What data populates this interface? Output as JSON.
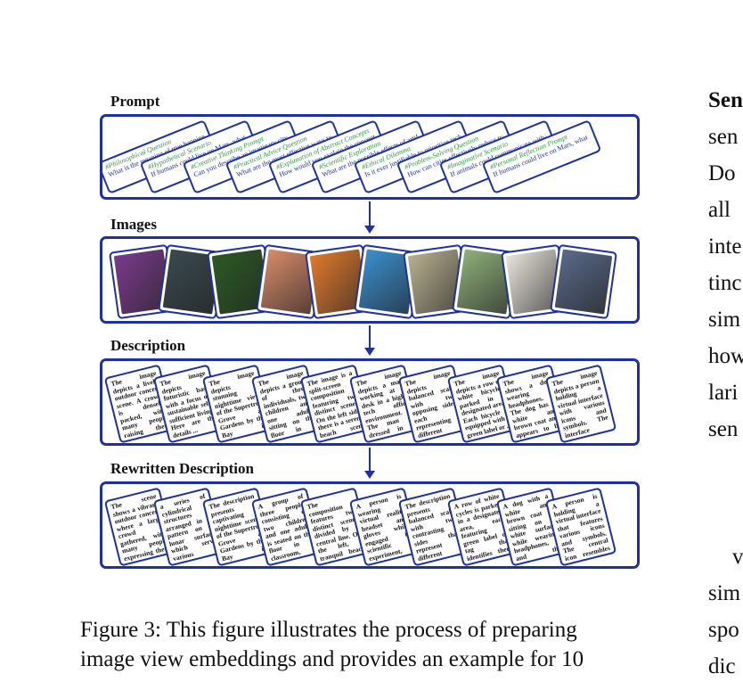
{
  "figure": {
    "stages": [
      {
        "label": "Prompt"
      },
      {
        "label": "Images"
      },
      {
        "label": "Description"
      },
      {
        "label": "Rewritten Description"
      }
    ],
    "prompts": [
      {
        "title": "#Philosophical Question",
        "text": "What is the meaning of true happiness in life?"
      },
      {
        "title": "#Hypothetical Scenario",
        "text": "If humans could live on Mars, what challenges ..."
      },
      {
        "title": "#Creative Thinking Prompt",
        "text": "Can you describe an imaginary city where ..."
      },
      {
        "title": "#Practical Advice Question",
        "text": "What are the most effective ways to learn a new ..."
      },
      {
        "title": "#Explanation of Abstract Concepts",
        "text": "How would you explain the concept of time to ..."
      },
      {
        "title": "#Scientific Exploration",
        "text": "What are the possible effects of artificial ..."
      },
      {
        "title": "#Ethical Dilemma",
        "text": "Is it ever justifiable to prioritize technological ..."
      },
      {
        "title": "#Problem-Solving Question",
        "text": "How can cities effectively reduce traffic congestion ..."
      },
      {
        "title": "#Imaginative Scenario",
        "text": "If animals could communicate with humans, how ..."
      },
      {
        "title": "#Personal Reflection Prompt",
        "text": "If humans could live on Mars, what challenges ..."
      }
    ],
    "images": [
      {
        "color": "#7a3b8c"
      },
      {
        "color": "#3a4a4f"
      },
      {
        "color": "#2b5a24"
      },
      {
        "color": "#d98b6a"
      },
      {
        "color": "#e07a2e"
      },
      {
        "color": "#3b8fd0"
      },
      {
        "color": "#b8b090"
      },
      {
        "color": "#8fb07a"
      },
      {
        "color": "#e8e4dc"
      },
      {
        "color": "#5a6a8a"
      }
    ],
    "descriptions": [
      "The image depicts a lively outdoor concert scene. A crowd is densely packed, with many people raising their hands in the air ...",
      "The image depicts a futuristic base with a focus on sustainable self-sufficient living. Here are the details ...",
      "The image depicts a stunning nighttime view of the Supertree Grove at Gardens by the Bay in Singapore ...",
      "The image depicts a group of three individuals, two children and one adult, sitting on the floor in a classroom setting ...",
      "The image is a split-screen composition featuring two distinct scenes. On the left side, there is a serene beach scene with a ...",
      "The image depicts a man working at a desk in a high-tech office environment. The man is dressed in a formal suit and appears to be ...",
      "The image depicts a balanced scale with two opposing sides, each representing different aspects of the environment. On the left side ...",
      "The image depicts a row of white bicycles parked in a designated area. Each bicycle is equipped with a green label or ...",
      "The image shows a dog wearing headphones. The dog has a white and brown coat and appears to be sitting on a white surface ...",
      "The image depicts a person holding a virtual interface with various icons and symbols. The interface appears to be a digital ..."
    ],
    "rewritten": [
      "The scene shows a vibrant outdoor concert where a large crowd is gathered, with many people expressing their enjoyment ...",
      "a series of cylindrical structures arranged in a pattern on a lunar surface which serve various purposes such as ...",
      "The description presents a captivating nighttime scene of the Supertree Grove at Gardens by the Bay in Singapore. The ...",
      "A group of three people, consisting of two children and one adult, is seated on the floor in a classroom, likely a ...",
      "The composition features two distinct scenes divided by a central line. On the left, a tranquil beach is depicted with a ...",
      "A person is wearing a virtual reality headset and gloves while engaged in scientific experiment, seemingly in a laboratory ...",
      "The description presents a balanced scale with two contrasting sides that represent different environmental aspects. One side ...",
      "A row of white cycles is parked in a designated area, each featuring a green label or tag that identifies them as part of ...",
      "A dog with a white and brown coat is sitting on a white surface while wearing headphones, and the background features ...",
      "A person is holding a virtual interface that features various icons and symbols. The central icon resembles a brain, with a ..."
    ]
  },
  "caption": {
    "line1": "Figure 3: This figure illustrates the process of preparing",
    "line2": "image view embeddings and provides an example for 10"
  },
  "side_text": [
    "Sen",
    "sen",
    "Do",
    "all",
    "inte",
    "tinc",
    "sim",
    "how",
    "lari",
    "sen",
    "v",
    "sim",
    "spo",
    "dic"
  ]
}
